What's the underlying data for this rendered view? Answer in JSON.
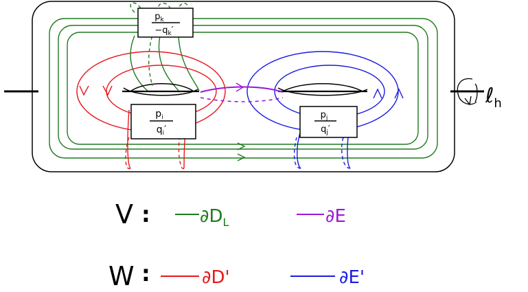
{
  "diagram": {
    "colors": {
      "green": "#1e7a1e",
      "red": "#e8161b",
      "blue": "#1a1ae0",
      "purple": "#9a18d8",
      "black": "#000000"
    },
    "boxes": {
      "top": {
        "num": "p",
        "num_sub": "k",
        "den": "−q",
        "den_sub": "k",
        "den_prime": "′"
      },
      "left": {
        "num": "p",
        "num_sub": "i",
        "den": "q",
        "den_sub": "i",
        "den_prime": "′"
      },
      "right": {
        "num": "p",
        "num_sub": "j",
        "den": "q",
        "den_sub": "j",
        "den_prime": "′"
      }
    },
    "axis_label": {
      "main": "ℓ",
      "sub": "h"
    }
  },
  "legend": {
    "rows": [
      {
        "letter": "V",
        "colon": ":",
        "items": [
          {
            "symbol": "∂D",
            "sub": "L",
            "color": "#1e7a1e"
          },
          {
            "symbol": "∂E",
            "sub": "",
            "color": "#9a18d8"
          }
        ]
      },
      {
        "letter": "W",
        "colon": ":",
        "items": [
          {
            "symbol": "∂D'",
            "sub": "",
            "color": "#e8161b"
          },
          {
            "symbol": "∂E'",
            "sub": "",
            "color": "#1a1ae0"
          }
        ]
      }
    ]
  }
}
